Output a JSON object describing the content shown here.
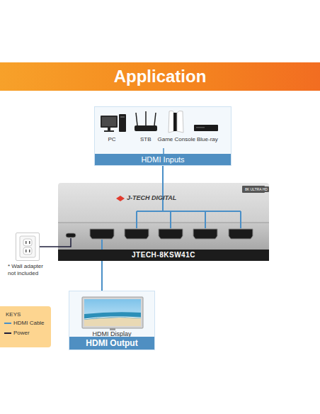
{
  "diagram": {
    "title": "Application",
    "nodes": [
      {
        "text": [
          "HDMI Inputs"
        ]
      },
      {
        "text": [
          "JTECH-8KSW41C"
        ]
      },
      {
        "text": [
          "HDMI Display",
          "HDMI Output"
        ]
      },
      {
        "text": [
          "* Wall adapter not included"
        ]
      }
    ],
    "edges": [
      {
        "from": 0,
        "to": 1,
        "arrow": "none"
      },
      {
        "from": 1,
        "to": 2,
        "arrow": "none"
      },
      {
        "from": 3,
        "to": 1,
        "arrow": "none"
      }
    ],
    "labels": [
      "PC",
      "STB",
      "Game Console",
      "Blue-ray",
      "J-TECH DIGITAL",
      "8K ULTRA HD",
      "KEYS"
    ],
    "legend": [
      {
        "text": "HDMI Cable"
      },
      {
        "text": "Power"
      }
    ]
  }
}
